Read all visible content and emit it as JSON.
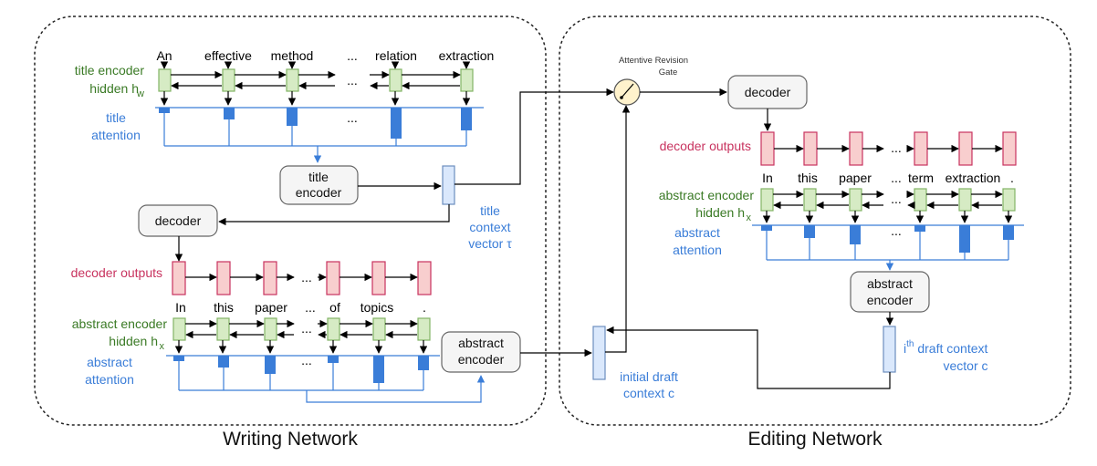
{
  "networks": {
    "writing": {
      "caption": "Writing Network",
      "title_words": [
        "An",
        "effective",
        "method",
        "...",
        "relation",
        "extraction"
      ],
      "title_encoder_label_line1": "title encoder",
      "title_encoder_label_line2": "hidden h",
      "title_encoder_label_sub": "w",
      "title_attention_line1": "title",
      "title_attention_line2": "attention",
      "title_encoder_box_line1": "title",
      "title_encoder_box_line2": "encoder",
      "decoder_box": "decoder",
      "decoder_outputs_label": "decoder outputs",
      "abstract_words": [
        "In",
        "this",
        "paper",
        "...",
        "of",
        "topics",
        "."
      ],
      "abstract_encoder_label_line1": "abstract encoder",
      "abstract_encoder_label_line2": "hidden h",
      "abstract_encoder_label_sub": "x",
      "abstract_attention_line1": "abstract",
      "abstract_attention_line2": "attention",
      "abstract_encoder_box_line1": "abstract",
      "abstract_encoder_box_line2": "encoder",
      "title_context_line1": "title",
      "title_context_line2": "context",
      "title_context_line3": "vector τ",
      "ellipsis": "..."
    },
    "editing": {
      "caption": "Editing  Network",
      "gate_label_line1": "Attentive Revision",
      "gate_label_line2": "Gate",
      "decoder_box": "decoder",
      "decoder_outputs_label": "decoder outputs",
      "words": [
        "In",
        "this",
        "paper",
        "...",
        "term",
        "extraction",
        "."
      ],
      "abstract_encoder_label_line1": "abstract encoder",
      "abstract_encoder_label_line2": "hidden h",
      "abstract_encoder_label_sub": "x",
      "abstract_attention_line1": "abstract",
      "abstract_attention_line2": "attention",
      "abstract_encoder_box_line1": "abstract",
      "abstract_encoder_box_line2": "encoder",
      "ith_context_sup": "th",
      "ith_context_line1_pre": "i",
      "ith_context_line1_post": " draft context",
      "ith_context_line2": "vector c",
      "initial_context_line1": "initial draft",
      "initial_context_line2": "context c",
      "ellipsis": "..."
    }
  },
  "colors": {
    "green_fill": "#d6ebc4",
    "green_stroke": "#82b366",
    "pink_fill": "#f8cece",
    "pink_stroke": "#c8335f",
    "blue": "#3a7dd8",
    "light_blue_fill": "#dae8fc",
    "light_blue_stroke": "#6c8ebf",
    "box_fill": "#f5f5f5",
    "box_stroke": "#666666"
  }
}
